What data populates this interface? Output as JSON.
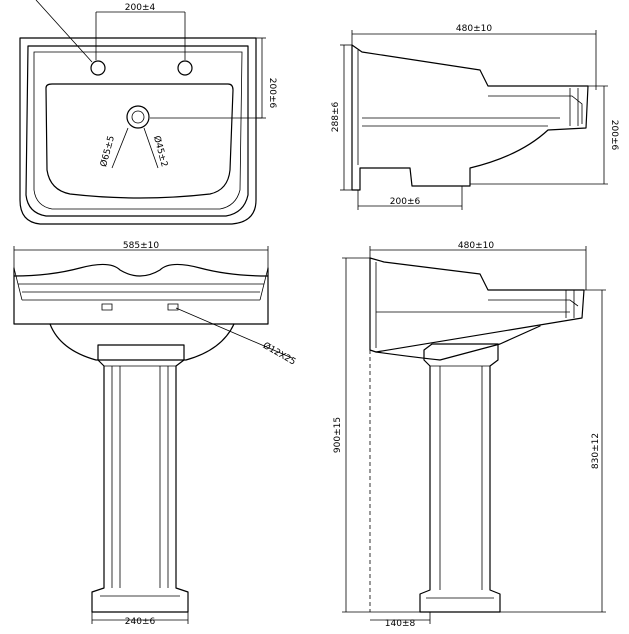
{
  "dimensions": {
    "top_tap_spacing": "200±4",
    "top_depth": "200±6",
    "dia_waste_outer": "Ø65±5",
    "dia_waste_inner": "Ø45±2",
    "side_top_width": "480±10",
    "side_top_height": "288±6",
    "side_top_drop": "200±6",
    "side_top_base": "200±6",
    "front_width": "585±10",
    "overflow_dia": "Ø12X25",
    "pedestal_base": "240±6",
    "side_full_width": "480±10",
    "side_full_height": "900±15",
    "side_rim_height": "830±12",
    "side_pedestal_base": "140±8"
  }
}
